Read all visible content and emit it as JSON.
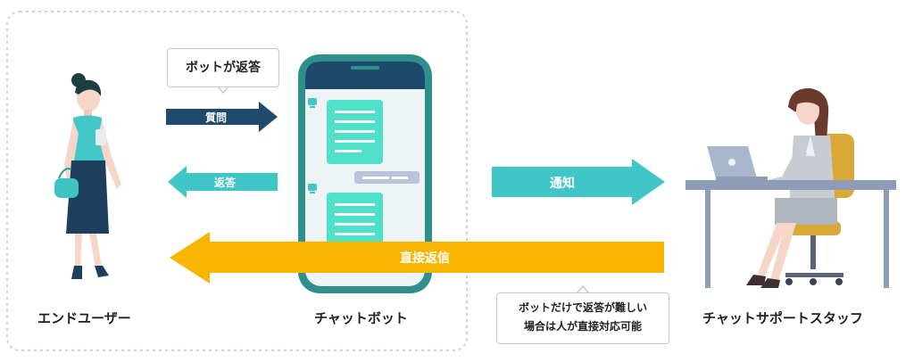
{
  "bubbles": {
    "bot_reply": "ボットが返答",
    "note_line1": "ボットだけで返答が難しい",
    "note_line2": "場合は人が直接対応可能"
  },
  "arrows": {
    "question": "質問",
    "answer": "返答",
    "notify": "通知",
    "direct_reply": "直接返信"
  },
  "actors": {
    "end_user": "エンドユーザー",
    "chatbot": "チャットボット",
    "support_staff": "チャットサポートスタッフ"
  },
  "colors": {
    "navy": "#1f4a6e",
    "teal": "#41c6c8",
    "yellow": "#f7b500",
    "phone_frame": "#2f8f8c",
    "bubble_green": "#4ee0c9",
    "bubble_gray": "#b9c4dc"
  }
}
